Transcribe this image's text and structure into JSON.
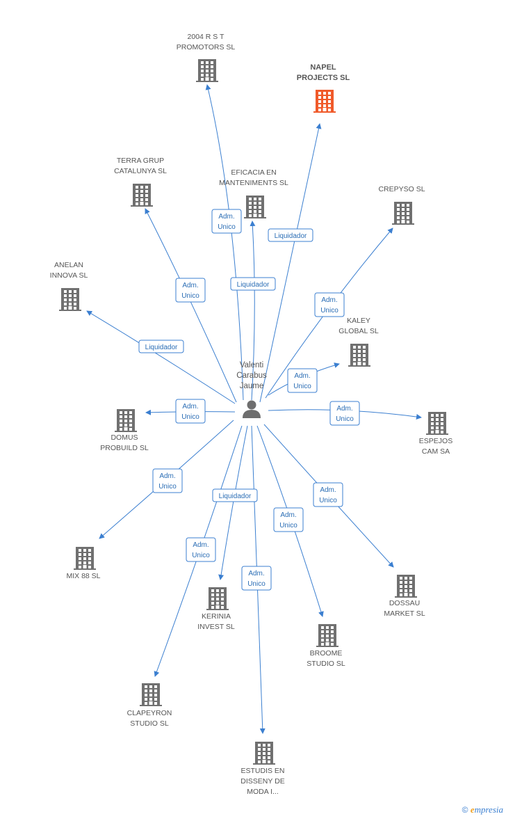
{
  "colors": {
    "edge": "#3b7fd0",
    "building": "#707070",
    "building_highlight": "#f05a2a",
    "person": "#6e6e6e",
    "label": "#555555"
  },
  "center": {
    "name_lines": [
      "Valenti",
      "Carabus",
      "Jaume"
    ],
    "icon": "person-icon"
  },
  "companies": [
    {
      "id": "rst",
      "lines": [
        "2004 R S T",
        "PROMOTORS SL"
      ],
      "icon": "building-icon",
      "highlight": false
    },
    {
      "id": "napel",
      "lines": [
        "NAPEL",
        "PROJECTS SL"
      ],
      "icon": "building-icon",
      "highlight": true
    },
    {
      "id": "terra",
      "lines": [
        "TERRA GRUP",
        "CATALUNYA SL"
      ],
      "icon": "building-icon",
      "highlight": false
    },
    {
      "id": "eficacia",
      "lines": [
        "EFICACIA EN",
        "MANTENIMENTS SL"
      ],
      "icon": "building-icon",
      "highlight": false
    },
    {
      "id": "crepyso",
      "lines": [
        "CREPYSO SL"
      ],
      "icon": "building-icon",
      "highlight": false
    },
    {
      "id": "anelan",
      "lines": [
        "ANELAN",
        "INNOVA SL"
      ],
      "icon": "building-icon",
      "highlight": false
    },
    {
      "id": "kaley",
      "lines": [
        "KALEY",
        "GLOBAL SL"
      ],
      "icon": "building-icon",
      "highlight": false
    },
    {
      "id": "domus",
      "lines": [
        "DOMUS",
        "PROBUILD SL"
      ],
      "icon": "building-icon",
      "highlight": false
    },
    {
      "id": "espejos",
      "lines": [
        "ESPEJOS",
        "CAM SA"
      ],
      "icon": "building-icon",
      "highlight": false
    },
    {
      "id": "mix88",
      "lines": [
        "MIX 88 SL"
      ],
      "icon": "building-icon",
      "highlight": false
    },
    {
      "id": "dossau",
      "lines": [
        "DOSSAU",
        "MARKET SL"
      ],
      "icon": "building-icon",
      "highlight": false
    },
    {
      "id": "kerinia",
      "lines": [
        "KERINIA",
        "INVEST SL"
      ],
      "icon": "building-icon",
      "highlight": false
    },
    {
      "id": "broome",
      "lines": [
        "BROOME",
        "STUDIO  SL"
      ],
      "icon": "building-icon",
      "highlight": false
    },
    {
      "id": "clapeyron",
      "lines": [
        "CLAPEYRON",
        "STUDIO SL"
      ],
      "icon": "building-icon",
      "highlight": false
    },
    {
      "id": "estudis",
      "lines": [
        "ESTUDIS EN",
        "DISSENY DE",
        "MODA I..."
      ],
      "icon": "building-icon",
      "highlight": false
    }
  ],
  "relations": [
    {
      "to": "rst",
      "lines": [
        "Adm.",
        "Unico"
      ]
    },
    {
      "to": "napel",
      "lines": [
        "Liquidador"
      ]
    },
    {
      "to": "terra",
      "lines": [
        "Adm.",
        "Unico"
      ]
    },
    {
      "to": "eficacia",
      "lines": [
        "Liquidador"
      ]
    },
    {
      "to": "crepyso",
      "lines": [
        "Adm.",
        "Unico"
      ]
    },
    {
      "to": "anelan",
      "lines": [
        "Liquidador"
      ]
    },
    {
      "to": "kaley",
      "lines": [
        "Adm.",
        "Unico"
      ]
    },
    {
      "to": "domus",
      "lines": [
        "Adm.",
        "Unico"
      ]
    },
    {
      "to": "espejos",
      "lines": [
        "Adm.",
        "Unico"
      ]
    },
    {
      "to": "mix88",
      "lines": [
        "Adm.",
        "Unico"
      ]
    },
    {
      "to": "dossau",
      "lines": [
        "Adm.",
        "Unico"
      ]
    },
    {
      "to": "kerinia",
      "lines": [
        "Liquidador"
      ]
    },
    {
      "to": "broome",
      "lines": [
        "Adm.",
        "Unico"
      ]
    },
    {
      "to": "clapeyron",
      "lines": [
        "Adm.",
        "Unico"
      ]
    },
    {
      "to": "estudis",
      "lines": [
        "Adm.",
        "Unico"
      ]
    }
  ],
  "footer": {
    "copyright": "©",
    "brand_initial": "e",
    "brand_rest": "mpresia"
  }
}
